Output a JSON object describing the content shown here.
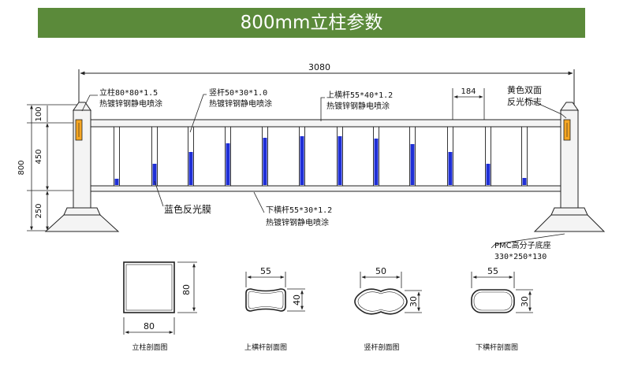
{
  "banner": {
    "title": "800mm立柱参数"
  },
  "colors": {
    "banner_bg": "#5b8a3a",
    "reflective_film": "#1f2fd6",
    "reflector_sign": "#f5a623",
    "line": "#222222"
  },
  "dimensions": {
    "overall_length": "3080",
    "spacing": "184",
    "total_height": "800",
    "segment_top": "100",
    "segment_mid": "450",
    "segment_bottom": "250"
  },
  "callouts": {
    "post": {
      "spec": "立柱80*80*1.5",
      "finish": "热镀锌钢静电喷涂"
    },
    "upright": {
      "spec": "竖杆50*30*1.0",
      "finish": "热镀锌钢静电喷涂"
    },
    "top_rail": {
      "spec": "上横杆55*40*1.2",
      "finish": "热镀锌钢静电喷涂"
    },
    "sign": {
      "line1": "黄色双面",
      "line2": "反光标志"
    },
    "film": {
      "label": "蓝色反光膜"
    },
    "bottom_rail": {
      "spec": "下横杆55*30*1.2",
      "finish": "热镀锌钢静电喷涂"
    },
    "base": {
      "material": "PMC高分子底座",
      "size": "330*250*130"
    }
  },
  "sections": [
    {
      "caption": "立柱剖面图",
      "width": "80",
      "height": "80"
    },
    {
      "caption": "上横杆剖面图",
      "width": "55",
      "height": "40"
    },
    {
      "caption": "竖杆剖面图",
      "width": "50",
      "height": "30"
    },
    {
      "caption": "下横杆剖面图",
      "width": "55",
      "height": "30"
    }
  ]
}
